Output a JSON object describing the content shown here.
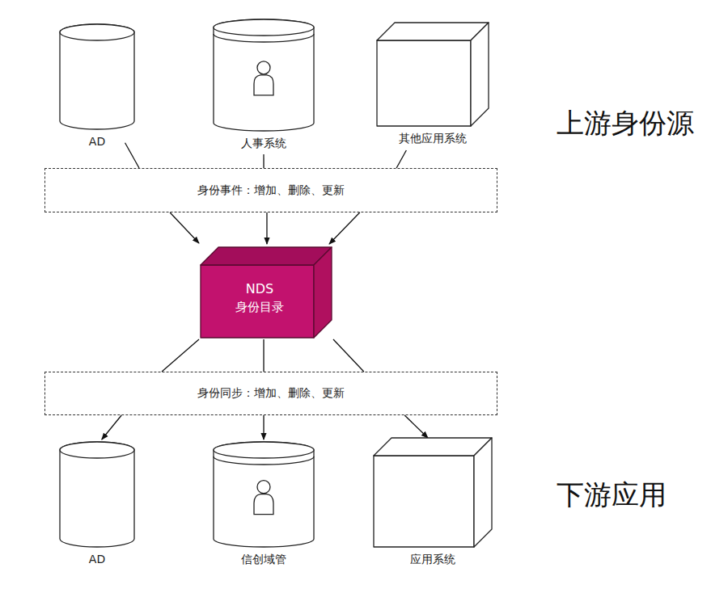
{
  "diagram": {
    "nodes": [
      {
        "text": [
          "AD"
        ]
      },
      {
        "text": [
          "人事系统"
        ]
      },
      {
        "text": [
          "其他应用系统"
        ]
      },
      {
        "text": [
          "身份事件：增加、删除、更新"
        ]
      },
      {
        "text": [
          "NDS",
          "身份目录"
        ]
      },
      {
        "text": [
          "身份同步：增加、删除、更新"
        ]
      },
      {
        "text": [
          "AD"
        ]
      },
      {
        "text": [
          "信创域管"
        ]
      },
      {
        "text": [
          "应用系统"
        ]
      }
    ],
    "edges": [
      {
        "from": 0,
        "to": 3,
        "arrow": "none"
      },
      {
        "from": 1,
        "to": 3,
        "arrow": "none"
      },
      {
        "from": 2,
        "to": 3,
        "arrow": "none"
      },
      {
        "from": 3,
        "to": 4,
        "arrow": "to"
      },
      {
        "from": 3,
        "to": 4,
        "arrow": "to"
      },
      {
        "from": 3,
        "to": 4,
        "arrow": "to"
      },
      {
        "from": 4,
        "to": 5,
        "arrow": "none"
      },
      {
        "from": 4,
        "to": 5,
        "arrow": "none"
      },
      {
        "from": 4,
        "to": 5,
        "arrow": "none"
      },
      {
        "from": 5,
        "to": 6,
        "arrow": "to"
      },
      {
        "from": 5,
        "to": 7,
        "arrow": "to"
      },
      {
        "from": 5,
        "to": 8,
        "arrow": "to"
      }
    ],
    "labels": [
      "上游身份源",
      "下游应用"
    ]
  }
}
